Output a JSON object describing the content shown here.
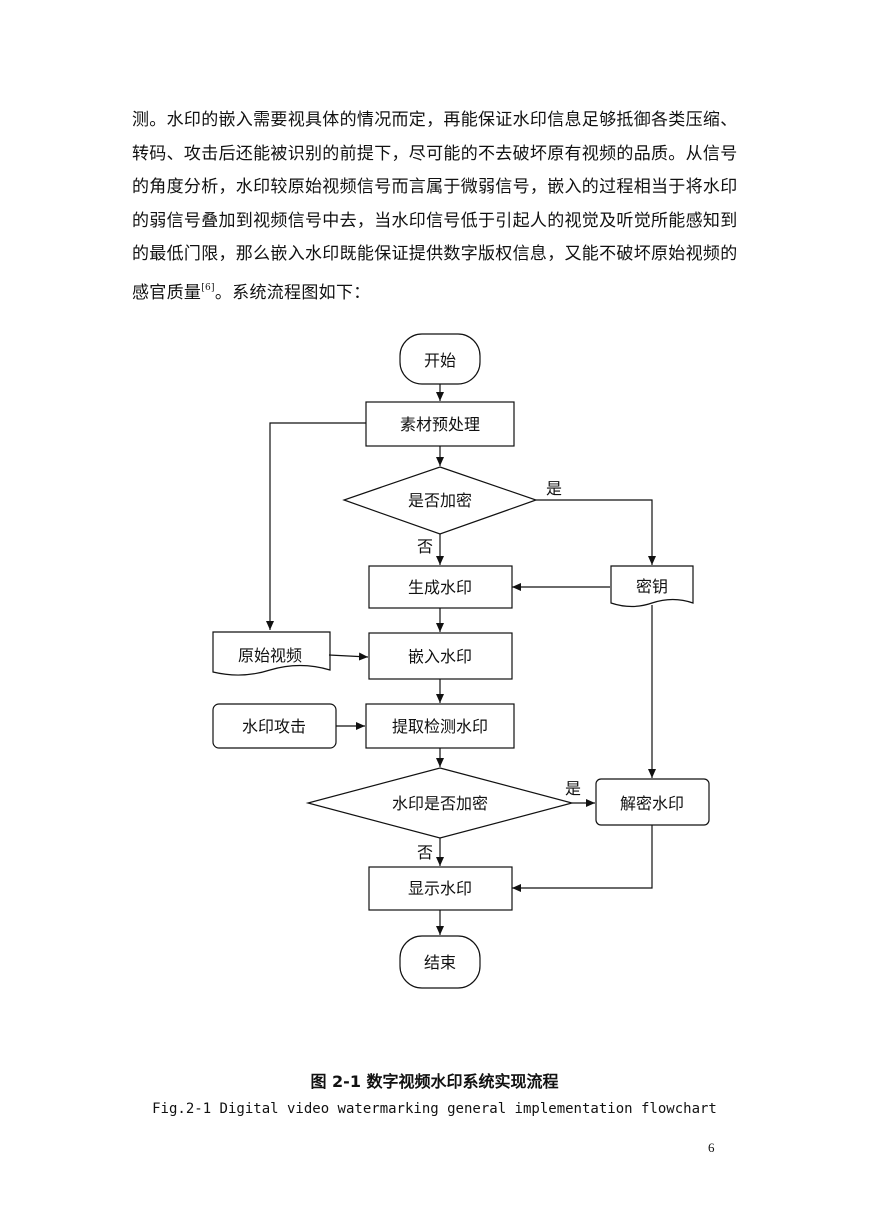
{
  "paragraph": {
    "lines": [
      "测。水印的嵌入需要视具体的情况而定，再能保证水印信息足够抵御各类压缩、",
      "转码、攻击后还能被识别的前提下，尽可能的不去破坏原有视频的品质。从信号",
      "的角度分析，水印较原始视频信号而言属于微弱信号，嵌入的过程相当于将水印",
      "的弱信号叠加到视频信号中去，当水印信号低于引起人的视觉及听觉所能感知到",
      "的最低门限，那么嵌入水印既能保证提供数字版权信息，又能不破坏原始视频的"
    ],
    "last_line_before": "感官质量",
    "citation": "[6]",
    "last_line_after": "。系统流程图如下："
  },
  "flowchart": {
    "start": "开始",
    "preprocess": "素材预处理",
    "decision_encrypt": "是否加密",
    "yes_1": "是",
    "no_1": "否",
    "generate": "生成水印",
    "key": "密钥",
    "original_video": "原始视频",
    "embed": "嵌入水印",
    "attack": "水印攻击",
    "extract": "提取检测水印",
    "decision_wm_encrypted": "水印是否加密",
    "yes_2": "是",
    "no_2": "否",
    "decrypt": "解密水印",
    "display": "显示水印",
    "end": "结束"
  },
  "caption": {
    "chinese": "图 2-1  数字视频水印系统实现流程",
    "english": "Fig.2-1 Digital video watermarking general implementation flowchart"
  },
  "page_number": "6"
}
